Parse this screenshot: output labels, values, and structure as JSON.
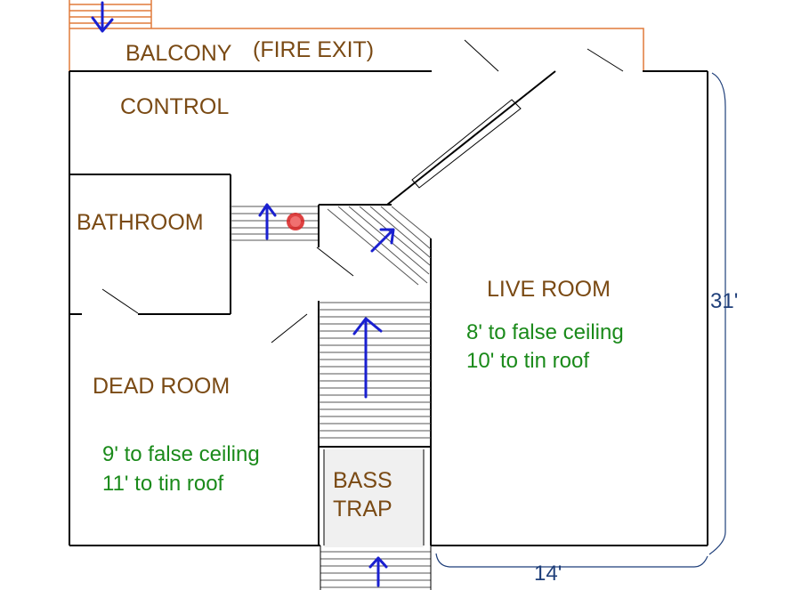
{
  "labels": {
    "balcony": "BALCONY",
    "fire_exit": "(FIRE EXIT)",
    "control": "CONTROL",
    "bathroom": "BATHROOM",
    "live_room": "LIVE ROOM",
    "dead_room": "DEAD ROOM",
    "bass_trap_line1": "BASS",
    "bass_trap_line2": "TRAP"
  },
  "notes": {
    "live_room_line1": "8' to false ceiling",
    "live_room_line2": "10' to tin roof",
    "dead_room_line1": "9' to false ceiling",
    "dead_room_line2": "11' to tin roof"
  },
  "dimensions": {
    "height": "31'",
    "width": "14'"
  },
  "colors": {
    "room_label": "#7a4a14",
    "note_text": "#1a8a1a",
    "dimension": "#1f3f7a",
    "arrow": "#1a20d0",
    "balcony_outline": "#e07a3a",
    "fire_marker": "#d82020"
  }
}
